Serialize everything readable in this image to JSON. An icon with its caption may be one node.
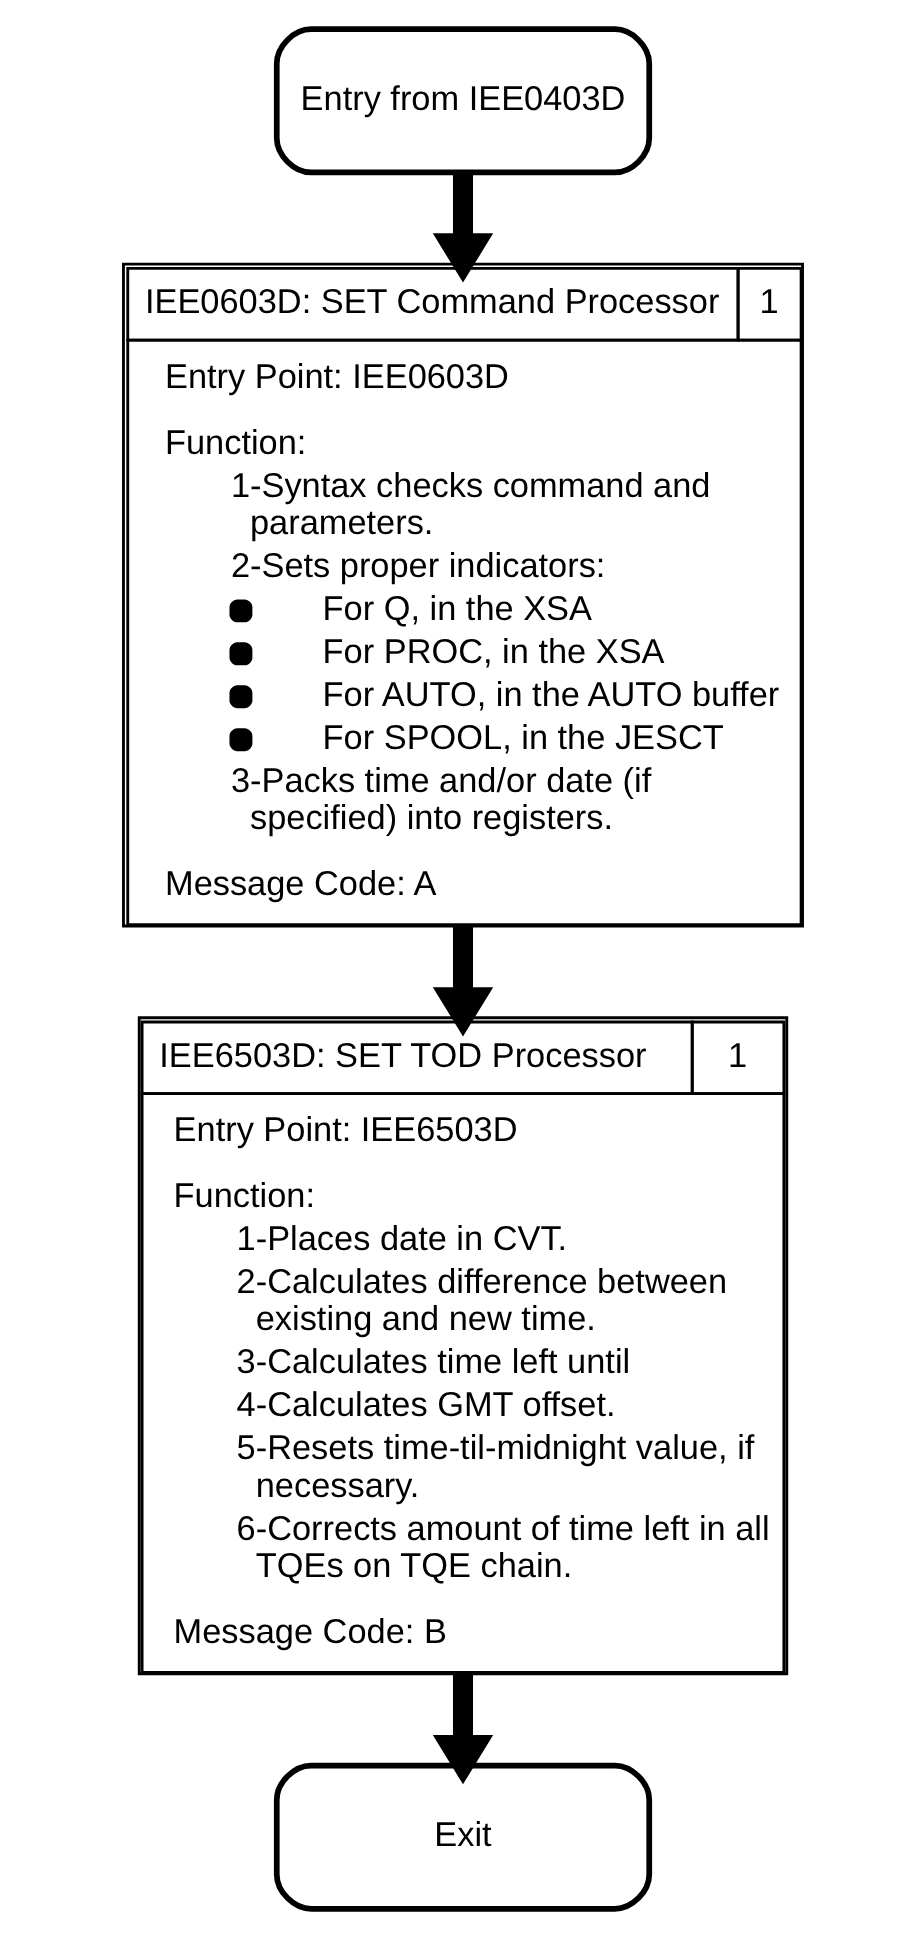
{
  "diagram": {
    "nodes": [
      {
        "text": [
          "Entry from IEE0403D"
        ]
      },
      {
        "text": [
          "IEE0603D: SET Command Processor",
          "1",
          "Entry Point: IEE0603D",
          "Function:",
          "1-Syntax checks command and parameters.",
          "2-Sets proper indicators:",
          "For Q, in the XSA",
          "For PROC, in the XSA",
          "For AUTO, in the AUTO buffer",
          "For SPOOL, in the JESCT",
          "3-Packs time and/or date (if specified) into registers.",
          "Message Code: A"
        ]
      },
      {
        "text": [
          "IEE6503D: SET TOD Processor",
          "1",
          "Entry Point: IEE6503D",
          "Function:",
          "1-Places date in CVT.",
          "2-Calculates difference between existing and new time.",
          "3-Calculates time left until",
          "4-Calculates GMT offset.",
          "5-Resets time-til-midnight value, if necessary.",
          "6-Corrects amount of time left in all TQEs on TQE chain.",
          "Message Code: B"
        ]
      },
      {
        "text": [
          "Exit"
        ]
      }
    ],
    "edges": [
      {
        "from": 0,
        "to": 1,
        "arrow": "to"
      },
      {
        "from": 1,
        "to": 2,
        "arrow": "to"
      },
      {
        "from": 2,
        "to": 3,
        "arrow": "to"
      }
    ]
  }
}
